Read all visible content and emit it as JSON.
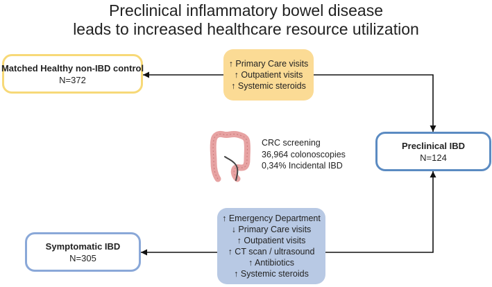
{
  "title": {
    "line1": "Preclinical inflammatory bowel disease",
    "line2": "leads to increased healthcare resource utilization"
  },
  "control": {
    "label": "Matched Healthy non-IBD control",
    "count": "N=372"
  },
  "preclinical": {
    "label": "Preclinical IBD",
    "count": "N=124"
  },
  "symptomatic": {
    "label": "Symptomatic IBD",
    "count": "N=305"
  },
  "preclinical_utilization": [
    "↑ Primary Care visits",
    "↑ Outpatient visits",
    "↑ Systemic steroids"
  ],
  "symptomatic_utilization": [
    "↑ Emergency Department",
    "↓ Primary Care visits",
    "↑ Outpatient visits",
    "↑ CT scan / ultrasound",
    "↑ Antibiotics",
    "↑ Systemic steroids"
  ],
  "screening": {
    "line1": "CRC screening",
    "line2": "36,964 colonoscopies",
    "line3": "0,34% Incidental IBD"
  },
  "colors": {
    "control_border": "#f7d978",
    "preclinical_border": "#5b8bc2",
    "symptomatic_border": "#8aa8d8",
    "callout_top_fill": "#fbdb95",
    "callout_bottom_fill": "#b8c9e4",
    "colon": "#e7a3a3"
  },
  "icons": {
    "colon": "colon-icon"
  }
}
